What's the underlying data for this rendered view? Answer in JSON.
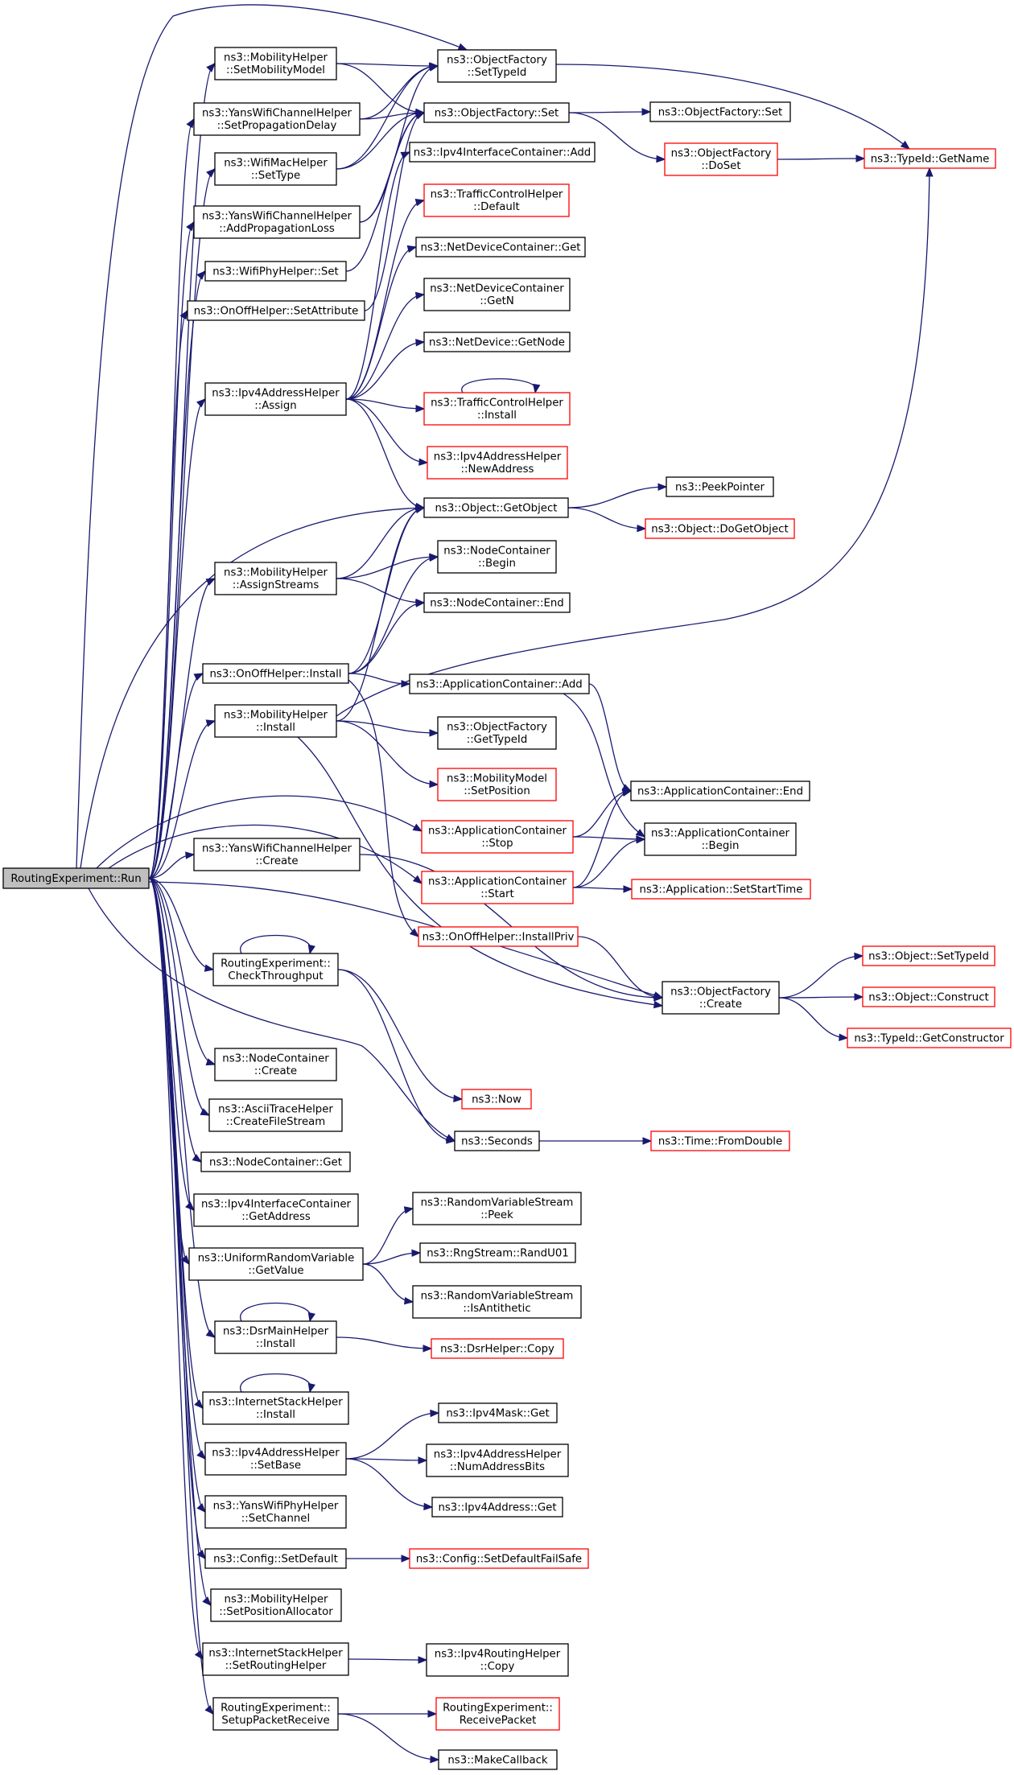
{
  "graph": {
    "root": "RoutingExperiment::Run",
    "colors": {
      "edge": "#191970",
      "root_fill": "#bfbfbf",
      "highlight_border": "#ff0000",
      "border": "#000000"
    },
    "nodes": [
      {
        "id": "run",
        "lines": [
          "RoutingExperiment::Run"
        ],
        "root": true
      },
      {
        "id": "mob_setmodel",
        "lines": [
          "ns3::MobilityHelper",
          "::SetMobilityModel"
        ]
      },
      {
        "id": "yans_setprop",
        "lines": [
          "ns3::YansWifiChannelHelper",
          "::SetPropagationDelay"
        ]
      },
      {
        "id": "mac_settype",
        "lines": [
          "ns3::WifiMacHelper",
          "::SetType"
        ]
      },
      {
        "id": "yans_addprop",
        "lines": [
          "ns3::YansWifiChannelHelper",
          "::AddPropagationLoss"
        ]
      },
      {
        "id": "phy_set",
        "lines": [
          "ns3::WifiPhyHelper::Set"
        ]
      },
      {
        "id": "onoff_setattr",
        "lines": [
          "ns3::OnOffHelper::SetAttribute"
        ]
      },
      {
        "id": "ipv4addr_assign",
        "lines": [
          "ns3::Ipv4AddressHelper",
          "::Assign"
        ]
      },
      {
        "id": "mob_assignstreams",
        "lines": [
          "ns3::MobilityHelper",
          "::AssignStreams"
        ]
      },
      {
        "id": "onoff_install",
        "lines": [
          "ns3::OnOffHelper::Install"
        ]
      },
      {
        "id": "mob_install",
        "lines": [
          "ns3::MobilityHelper",
          "::Install"
        ]
      },
      {
        "id": "yans_create",
        "lines": [
          "ns3::YansWifiChannelHelper",
          "::Create"
        ]
      },
      {
        "id": "checkthroughput",
        "lines": [
          "RoutingExperiment::",
          "CheckThroughput"
        ]
      },
      {
        "id": "nc_create",
        "lines": [
          "ns3::NodeContainer",
          "::Create"
        ]
      },
      {
        "id": "ascii_create",
        "lines": [
          "ns3::AsciiTraceHelper",
          "::CreateFileStream"
        ]
      },
      {
        "id": "nc_get",
        "lines": [
          "ns3::NodeContainer::Get"
        ]
      },
      {
        "id": "ipv4ic_getaddr",
        "lines": [
          "ns3::Ipv4InterfaceContainer",
          "::GetAddress"
        ]
      },
      {
        "id": "urv_getvalue",
        "lines": [
          "ns3::UniformRandomVariable",
          "::GetValue"
        ]
      },
      {
        "id": "dsrmain_install",
        "lines": [
          "ns3::DsrMainHelper",
          "::Install"
        ]
      },
      {
        "id": "ish_install",
        "lines": [
          "ns3::InternetStackHelper",
          "::Install"
        ]
      },
      {
        "id": "ipv4addr_setbase",
        "lines": [
          "ns3::Ipv4AddressHelper",
          "::SetBase"
        ]
      },
      {
        "id": "yansphy_setchannel",
        "lines": [
          "ns3::YansWifiPhyHelper",
          "::SetChannel"
        ]
      },
      {
        "id": "config_setdefault",
        "lines": [
          "ns3::Config::SetDefault"
        ]
      },
      {
        "id": "mob_setposalloc",
        "lines": [
          "ns3::MobilityHelper",
          "::SetPositionAllocator"
        ]
      },
      {
        "id": "ish_setrouting",
        "lines": [
          "ns3::InternetStackHelper",
          "::SetRoutingHelper"
        ]
      },
      {
        "id": "setuppacketreceive",
        "lines": [
          "RoutingExperiment::",
          "SetupPacketReceive"
        ]
      },
      {
        "id": "of_settypeid",
        "lines": [
          "ns3::ObjectFactory",
          "::SetTypeId"
        ]
      },
      {
        "id": "of_set",
        "lines": [
          "ns3::ObjectFactory::Set"
        ]
      },
      {
        "id": "ipv4ic_add",
        "lines": [
          "ns3::Ipv4InterfaceContainer::Add"
        ]
      },
      {
        "id": "tch_default",
        "lines": [
          "ns3::TrafficControlHelper",
          "::Default"
        ],
        "red": true
      },
      {
        "id": "ndc_get",
        "lines": [
          "ns3::NetDeviceContainer::Get"
        ]
      },
      {
        "id": "ndc_getn",
        "lines": [
          "ns3::NetDeviceContainer",
          "::GetN"
        ]
      },
      {
        "id": "nd_getnode",
        "lines": [
          "ns3::NetDevice::GetNode"
        ]
      },
      {
        "id": "tch_install",
        "lines": [
          "ns3::TrafficControlHelper",
          "::Install"
        ],
        "red": true
      },
      {
        "id": "ipv4addr_newaddr",
        "lines": [
          "ns3::Ipv4AddressHelper",
          "::NewAddress"
        ],
        "red": true
      },
      {
        "id": "obj_getobject",
        "lines": [
          "ns3::Object::GetObject"
        ]
      },
      {
        "id": "nc_begin",
        "lines": [
          "ns3::NodeContainer",
          "::Begin"
        ]
      },
      {
        "id": "nc_end",
        "lines": [
          "ns3::NodeContainer::End"
        ]
      },
      {
        "id": "ac_add",
        "lines": [
          "ns3::ApplicationContainer::Add"
        ]
      },
      {
        "id": "of_gettypeid",
        "lines": [
          "ns3::ObjectFactory",
          "::GetTypeId"
        ]
      },
      {
        "id": "mm_setpos",
        "lines": [
          "ns3::MobilityModel",
          "::SetPosition"
        ],
        "red": true
      },
      {
        "id": "ac_stop",
        "lines": [
          "ns3::ApplicationContainer",
          "::Stop"
        ],
        "red": true
      },
      {
        "id": "ac_start",
        "lines": [
          "ns3::ApplicationContainer",
          "::Start"
        ],
        "red": true
      },
      {
        "id": "onoff_installpriv",
        "lines": [
          "ns3::OnOffHelper::InstallPriv"
        ],
        "red": true
      },
      {
        "id": "now",
        "lines": [
          "ns3::Now"
        ],
        "red": true
      },
      {
        "id": "seconds",
        "lines": [
          "ns3::Seconds"
        ]
      },
      {
        "id": "rvs_peek",
        "lines": [
          "ns3::RandomVariableStream",
          "::Peek"
        ]
      },
      {
        "id": "rng_randu01",
        "lines": [
          "ns3::RngStream::RandU01"
        ]
      },
      {
        "id": "rvs_isanti",
        "lines": [
          "ns3::RandomVariableStream",
          "::IsAntithetic"
        ]
      },
      {
        "id": "dsr_copy",
        "lines": [
          "ns3::DsrHelper::Copy"
        ],
        "red": true
      },
      {
        "id": "ipv4mask_get",
        "lines": [
          "ns3::Ipv4Mask::Get"
        ]
      },
      {
        "id": "ipv4addr_numbits",
        "lines": [
          "ns3::Ipv4AddressHelper",
          "::NumAddressBits"
        ]
      },
      {
        "id": "ipv4address_get",
        "lines": [
          "ns3::Ipv4Address::Get"
        ]
      },
      {
        "id": "config_setdefaultfs",
        "lines": [
          "ns3::Config::SetDefaultFailSafe"
        ],
        "red": true
      },
      {
        "id": "ipv4rh_copy",
        "lines": [
          "ns3::Ipv4RoutingHelper",
          "::Copy"
        ]
      },
      {
        "id": "receivepacket",
        "lines": [
          "RoutingExperiment::",
          "ReceivePacket"
        ],
        "red": true
      },
      {
        "id": "makecallback",
        "lines": [
          "ns3::MakeCallback"
        ]
      },
      {
        "id": "of_set2",
        "lines": [
          "ns3::ObjectFactory::Set"
        ]
      },
      {
        "id": "of_doset",
        "lines": [
          "ns3::ObjectFactory",
          "::DoSet"
        ],
        "red": true
      },
      {
        "id": "peekpointer",
        "lines": [
          "ns3::PeekPointer"
        ]
      },
      {
        "id": "obj_dogetobject",
        "lines": [
          "ns3::Object::DoGetObject"
        ],
        "red": true
      },
      {
        "id": "ac_end",
        "lines": [
          "ns3::ApplicationContainer::End"
        ]
      },
      {
        "id": "ac_begin",
        "lines": [
          "ns3::ApplicationContainer",
          "::Begin"
        ]
      },
      {
        "id": "app_setstarttime",
        "lines": [
          "ns3::Application::SetStartTime"
        ],
        "red": true
      },
      {
        "id": "of_create",
        "lines": [
          "ns3::ObjectFactory",
          "::Create"
        ]
      },
      {
        "id": "time_fromdouble",
        "lines": [
          "ns3::Time::FromDouble"
        ],
        "red": true
      },
      {
        "id": "typeid_getname",
        "lines": [
          "ns3::TypeId::GetName"
        ],
        "red": true
      },
      {
        "id": "obj_settypeid",
        "lines": [
          "ns3::Object::SetTypeId"
        ],
        "red": true
      },
      {
        "id": "obj_construct",
        "lines": [
          "ns3::Object::Construct"
        ],
        "red": true
      },
      {
        "id": "typeid_getctor",
        "lines": [
          "ns3::TypeId::GetConstructor"
        ],
        "red": true
      }
    ]
  }
}
